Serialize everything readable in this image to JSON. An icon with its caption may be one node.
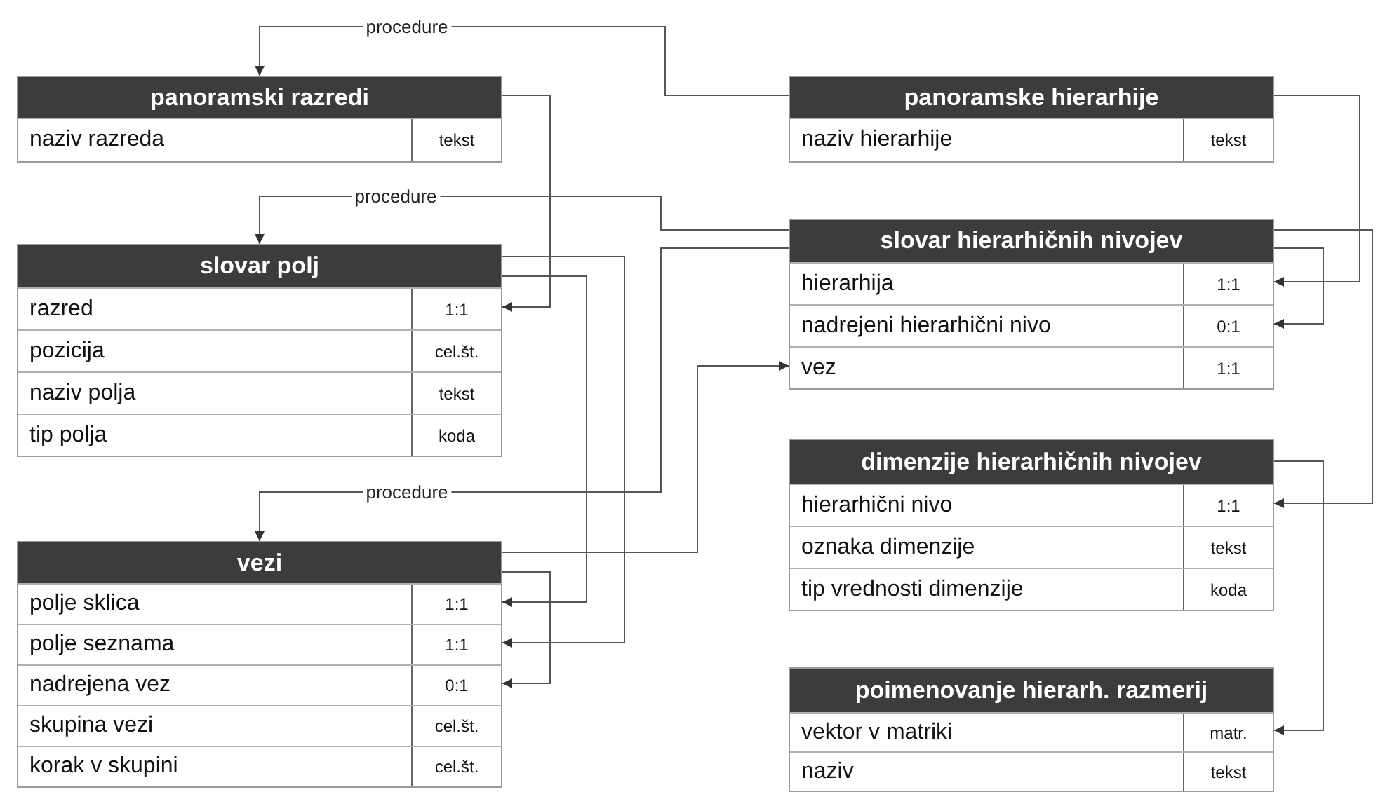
{
  "diagram": {
    "nodes": [
      {
        "text": [
          "panoramski razredi"
        ]
      },
      {
        "text": [
          "naziv razreda",
          "tekst"
        ],
        "in": 0
      },
      {
        "text": [
          "panoramske hierarhije"
        ]
      },
      {
        "text": [
          "naziv hierarhije",
          "tekst"
        ],
        "in": 2
      },
      {
        "text": [
          "slovar polj"
        ]
      },
      {
        "text": [
          "razred",
          "1:1"
        ],
        "in": 4
      },
      {
        "text": [
          "pozicija",
          "cel.št."
        ],
        "in": 4
      },
      {
        "text": [
          "naziv polja",
          "tekst"
        ],
        "in": 4
      },
      {
        "text": [
          "tip polja",
          "koda"
        ],
        "in": 4
      },
      {
        "text": [
          "slovar hierarhičnih nivojev"
        ]
      },
      {
        "text": [
          "hierarhija",
          "1:1"
        ],
        "in": 9
      },
      {
        "text": [
          "nadrejeni hierarhični nivo",
          "0:1"
        ],
        "in": 9
      },
      {
        "text": [
          "vez",
          "1:1"
        ],
        "in": 9
      },
      {
        "text": [
          "dimenzije hierarhičnih nivojev"
        ]
      },
      {
        "text": [
          "hierarhični nivo",
          "1:1"
        ],
        "in": 13
      },
      {
        "text": [
          "oznaka dimenzije",
          "tekst"
        ],
        "in": 13
      },
      {
        "text": [
          "tip vrednosti dimenzije",
          "koda"
        ],
        "in": 13
      },
      {
        "text": [
          "vezi"
        ]
      },
      {
        "text": [
          "polje sklica",
          "1:1"
        ],
        "in": 17
      },
      {
        "text": [
          "polje seznama",
          "1:1"
        ],
        "in": 17
      },
      {
        "text": [
          "nadrejena vez",
          "0:1"
        ],
        "in": 17
      },
      {
        "text": [
          "skupina vezi",
          "cel.št."
        ],
        "in": 17
      },
      {
        "text": [
          "korak v skupini",
          "cel.št."
        ],
        "in": 17
      },
      {
        "text": [
          "poimenovanje hierarh. razmerij"
        ]
      },
      {
        "text": [
          "vektor v matriki",
          "matr."
        ],
        "in": 23
      },
      {
        "text": [
          "naziv",
          "tekst"
        ],
        "in": 23
      }
    ],
    "edges": [
      {
        "from": 2,
        "to": 0,
        "arrow": "to",
        "label": "procedure"
      },
      {
        "from": 9,
        "to": 4,
        "arrow": "to",
        "label": "procedure"
      },
      {
        "from": 9,
        "to": 17,
        "arrow": "to",
        "label": "procedure"
      },
      {
        "from": 0,
        "to": 5,
        "arrow": "to"
      },
      {
        "from": 4,
        "to": 18,
        "arrow": "to"
      },
      {
        "from": 4,
        "to": 19,
        "arrow": "to"
      },
      {
        "from": 17,
        "to": 12,
        "arrow": "to"
      },
      {
        "from": 17,
        "to": 20,
        "arrow": "to"
      },
      {
        "from": 2,
        "to": 10,
        "arrow": "to"
      },
      {
        "from": 9,
        "to": 11,
        "arrow": "to"
      },
      {
        "from": 9,
        "to": 14,
        "arrow": "to"
      },
      {
        "from": 13,
        "to": 24,
        "arrow": "to"
      }
    ]
  }
}
